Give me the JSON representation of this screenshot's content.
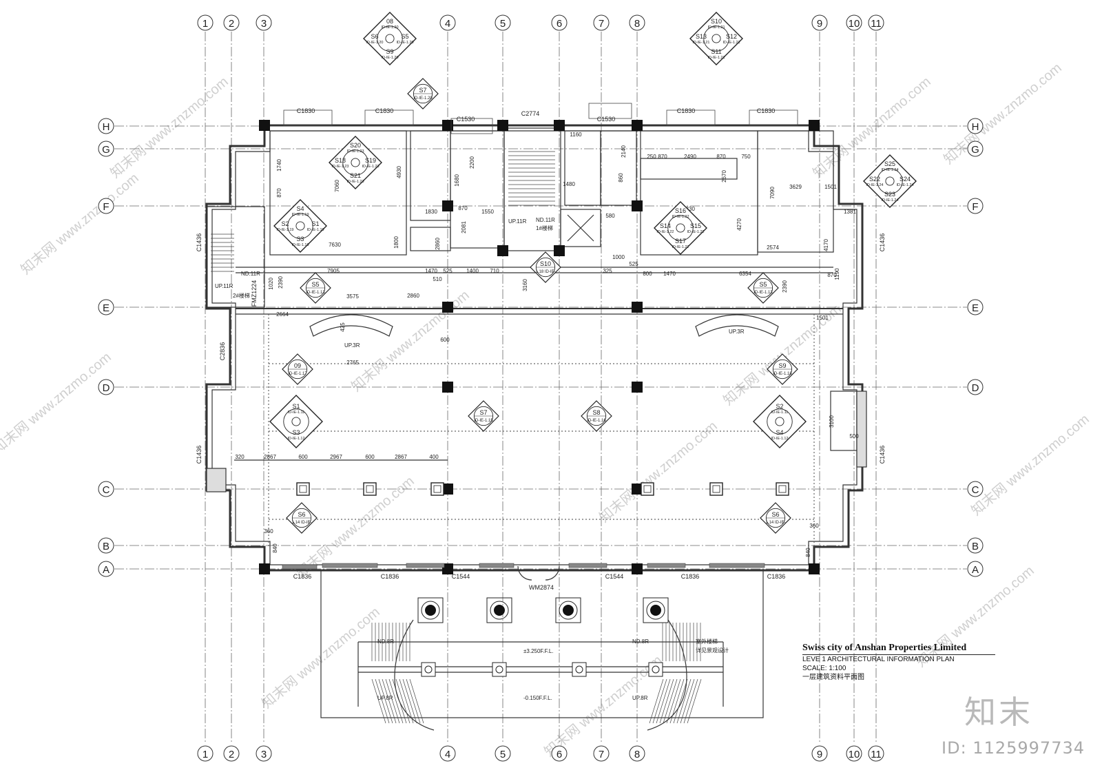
{
  "grid_columns": [
    "1",
    "2",
    "3",
    "4",
    "5",
    "6",
    "7",
    "8",
    "9",
    "10",
    "11"
  ],
  "grid_rows": [
    "H",
    "G",
    "F",
    "E",
    "D",
    "C",
    "B",
    "A"
  ],
  "window_tags": [
    {
      "text": "C1830"
    },
    {
      "text": "C1830"
    },
    {
      "text": "C1530"
    },
    {
      "text": "C2774"
    },
    {
      "text": "C1530"
    },
    {
      "text": "C1830"
    },
    {
      "text": "C1830"
    },
    {
      "text": "C1436"
    },
    {
      "text": "C2836"
    },
    {
      "text": "C1436"
    },
    {
      "text": "C1436"
    },
    {
      "text": "C1436"
    },
    {
      "text": "C1836"
    },
    {
      "text": "C1836"
    },
    {
      "text": "C1544"
    },
    {
      "text": "WM2874"
    },
    {
      "text": "C1544"
    },
    {
      "text": "C1836"
    },
    {
      "text": "C1836"
    },
    {
      "text": "FMZ1224"
    }
  ],
  "dimensions": [
    "7630",
    "7905",
    "3575",
    "2860",
    "2664",
    "2765",
    "1470",
    "1400",
    "710",
    "525",
    "510",
    "3160",
    "1000",
    "325",
    "525",
    "800",
    "1470",
    "6354",
    "2390",
    "2390",
    "1020",
    "2867",
    "600",
    "2967",
    "600",
    "2867",
    "400",
    "320",
    "360",
    "360",
    "840",
    "840",
    "3100",
    "500",
    "600",
    "425",
    "1501",
    "1501",
    "870",
    "1190",
    "4170",
    "3629",
    "2574",
    "7090",
    "2490",
    "870",
    "750",
    "870",
    "250",
    "5330",
    "4270",
    "2140",
    "860",
    "580",
    "2081",
    "1550",
    "1830",
    "870",
    "2860",
    "1800",
    "4930",
    "7060",
    "870",
    "1740",
    "2200",
    "1160",
    "1680",
    "1480",
    "2670",
    "1381"
  ],
  "section_markers": [
    {
      "id": "08",
      "ref": "ID-IE-1.20"
    },
    {
      "id": "S6",
      "ref": "ID-IE-1.20"
    },
    {
      "id": "S5",
      "ref": "ID-IE-1.20"
    },
    {
      "id": "S9",
      "ref": "ID-IE-1.20"
    },
    {
      "id": "S10",
      "ref": "ID-IE-1.21"
    },
    {
      "id": "S13",
      "ref": "ID-IE-1.21"
    },
    {
      "id": "S12",
      "ref": "ID-IE-1.21"
    },
    {
      "id": "S11",
      "ref": "ID-IE-1.21"
    },
    {
      "id": "S7",
      "ref": "ID-IE-1.20"
    },
    {
      "id": "S20",
      "ref": "ID-IE-1.23"
    },
    {
      "id": "S18",
      "ref": "ID-IE-1.23"
    },
    {
      "id": "S19",
      "ref": "ID-IE-1.23"
    },
    {
      "id": "S21",
      "ref": "ID-IE-1.23"
    },
    {
      "id": "S25",
      "ref": "ID-IE-1.24"
    },
    {
      "id": "S22",
      "ref": "ID-IE-1.24"
    },
    {
      "id": "S24",
      "ref": "ID-IE-1.24"
    },
    {
      "id": "S23",
      "ref": "ID-IE-1.24"
    },
    {
      "id": "S4",
      "ref": "ID-IE-1.19"
    },
    {
      "id": "S2",
      "ref": "ID-IE-1.19"
    },
    {
      "id": "S1",
      "ref": "ID-IE-1.19"
    },
    {
      "id": "S3",
      "ref": "ID-IE-1.19"
    },
    {
      "id": "S16",
      "ref": "ID-IE-1.22"
    },
    {
      "id": "S14",
      "ref": "ID-IE-1.22"
    },
    {
      "id": "S15",
      "ref": "ID-IE-1.22"
    },
    {
      "id": "S17",
      "ref": "ID-IE-1.22"
    },
    {
      "id": "S10",
      "ref": "1.18 ID-IE-"
    },
    {
      "id": "S5",
      "ref": "ID-IE-1.13"
    },
    {
      "id": "S5",
      "ref": "ID-IE-1.13"
    },
    {
      "id": "09",
      "ref": "ID-IE-1.17"
    },
    {
      "id": "S9",
      "ref": "ID-IE-1.18"
    },
    {
      "id": "S1",
      "ref": "ID-IE-1.11"
    },
    {
      "id": "S3",
      "ref": "ID-IE-1.12"
    },
    {
      "id": "S7",
      "ref": "ID-IE-1.15"
    },
    {
      "id": "S8",
      "ref": "ID-IE-1.16"
    },
    {
      "id": "S2",
      "ref": "ID-IE-1.11"
    },
    {
      "id": "S4",
      "ref": "ID-IE-1.12"
    },
    {
      "id": "S6",
      "ref": "1.14 ID-IE-"
    },
    {
      "id": "S6",
      "ref": "1.14 ID-IE-"
    }
  ],
  "plan_labels": {
    "stair2_up": "UP.11R",
    "stair2_nd": "ND.11R",
    "stair2_name": "2#楼梯",
    "stair1_up": "UP.11R",
    "stair1_nd": "ND.11R",
    "stair1_name": "1#楼梯",
    "lobby_up_left": "UP.3R",
    "lobby_up_right": "UP.3R",
    "ext_nd_left": "ND.8R",
    "ext_nd_right": "ND.8R",
    "ext_up_left": "UP.8R",
    "ext_up_right": "UP.8R",
    "level_high": "±3.250F.F.L.",
    "level_low": "-0.150F.F.L.",
    "note_line1": "室外楼梯",
    "note_line2": "详见景观设计"
  },
  "title_block": {
    "company": "Swiss city of Anshan Properties Limited",
    "plan_title": "LEVE  1 ARCHITECTURAL INFORMATION PLAN",
    "scale": "SCALE: 1:100",
    "chinese_title": "一层建筑资料平面图"
  },
  "watermark": {
    "brand": "知末",
    "id": "ID: 1125997734",
    "site": "www.znzmo.com",
    "site_cn": "知末网"
  },
  "colors": {
    "line": "#333333",
    "wall": "#111111",
    "grid": "#555555",
    "watermark": "#cfcfcf"
  }
}
